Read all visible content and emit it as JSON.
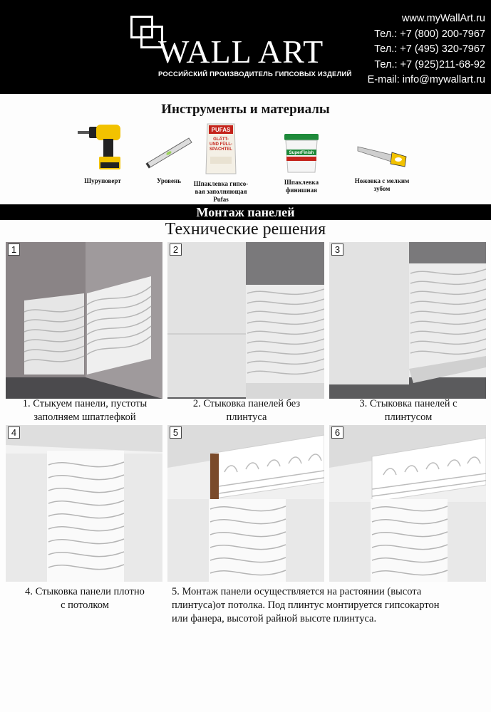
{
  "header": {
    "brand": "WALL ART",
    "tagline": "РОССИЙСКИЙ ПРОИЗВОДИТЕЛЬ ГИПСОВЫХ ИЗДЕЛИЙ",
    "website": "www.myWallArt.ru",
    "phone1": "Тел.: +7 (800) 200-7967",
    "phone2": "Тел.: +7 (495) 320-7967",
    "phone3": "Тел.: +7 (925)211-68-92",
    "email": "E-mail: info@mywallart.ru"
  },
  "tools_title": "Инструменты и материалы",
  "tools": [
    {
      "label": "Шуруповерт",
      "icon": "drill-icon"
    },
    {
      "label": "Уровень",
      "icon": "level-icon"
    },
    {
      "label_line1": "Шпаклевка гипсо-",
      "label_line2": "вая заполняющая",
      "label_line3": "Pufas",
      "icon": "putty-bag-icon",
      "bag_line1": "PUFAS",
      "bag_line2": "GLÄTT-",
      "bag_line3": "UND FÜLL-",
      "bag_line4": "SPACHTEL"
    },
    {
      "label_line1": "Шпаклевка",
      "label_line2": "финишная",
      "icon": "putty-bucket-icon",
      "bucket_text": "SuperFinish"
    },
    {
      "label_line1": "Ножовка с мелким",
      "label_line2": "зубом",
      "icon": "saw-icon"
    }
  ],
  "bar_title": "Монтаж панелей",
  "subtitle": "Технические решения",
  "panels": [
    {
      "number": "1",
      "caption_line1": "1. Стыкуем панели, пустоты",
      "caption_line2": "заполняем шпатлефкой"
    },
    {
      "number": "2",
      "caption_line1": "2. Стыковка панелей без",
      "caption_line2": "плинтуса"
    },
    {
      "number": "3",
      "caption_line1": "3. Стыковка панелей с",
      "caption_line2": "плинтусом"
    },
    {
      "number": "4",
      "caption_line1": "4. Стыковка панели плотно",
      "caption_line2": "с потолком"
    },
    {
      "number": "5",
      "caption_line1": "5. Монтаж панели осуществляется на растоянии (высота",
      "caption_line2": "плинтуса)от потолка. Под плинтус монтируется гипсокартон",
      "caption_line3": "или фанера, высотой райной высоте плинтуса."
    },
    {
      "number": "6"
    }
  ],
  "colors": {
    "header_bg": "#000000",
    "bar_bg": "#000000",
    "drill_yellow": "#f2c200",
    "bucket_green": "#1e8a3a",
    "bag_red": "#c4231b"
  }
}
